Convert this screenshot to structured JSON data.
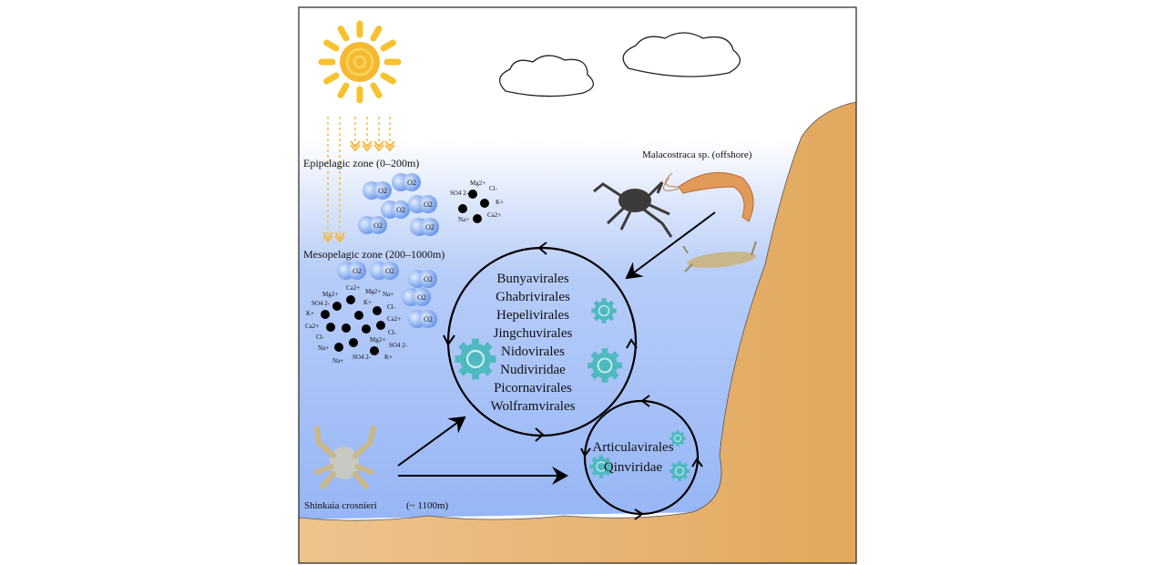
{
  "zones": {
    "epipelagic": "Epipelagic zone (0–200m)",
    "mesopelagic": "Mesopelagic zone (200–1000m)",
    "depth_label": "(~ 1100m)"
  },
  "organisms": {
    "shrimp": "Malacostraca sp. (offshore)",
    "squat_lobster": "Shinkaia crosnieri"
  },
  "oxygen_label": "O2",
  "ions_top": [
    "Mg2+",
    "Cl-",
    "SO4 2-",
    "K+",
    "Na+",
    "Ca2+"
  ],
  "ions_mid": [
    "Mg2+",
    "Ca2+",
    "Mg2+",
    "Na+",
    "SO4 2-",
    "K+",
    "Cl-",
    "K+",
    "Ca2+",
    "Ca2+",
    "Cl-",
    "Cl-",
    "Mg2+",
    "SO4 2-",
    "Na+",
    "Na+",
    "SO4 2-",
    "K+"
  ],
  "cycle_large": [
    "Bunyavirales",
    "Ghabrivirales",
    "Hepelivirales",
    "Jingchuvirales",
    "Nidovirales",
    "Nudiviridae",
    "Picornavirales",
    "Wolframvirales"
  ],
  "cycle_small": [
    "Articulavirales",
    "Qinviridae"
  ],
  "colors": {
    "water_top": "#ffffff",
    "water_bottom": "#9ab8f7",
    "sand": "#e2ac62",
    "virus": "#4fb9c0",
    "oxygen": "#6f9ff0"
  }
}
